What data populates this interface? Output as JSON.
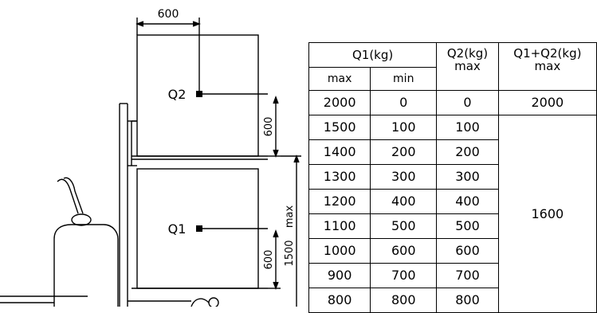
{
  "diagram": {
    "top_width_label": "600",
    "q2_label": "Q2",
    "q1_label": "Q1",
    "q2_height_label": "600",
    "q1_height_label": "600",
    "mast_label": "1500",
    "mast_suffix": "max"
  },
  "table": {
    "header_q1": "Q1(kg)",
    "header_q2": "Q2(kg)",
    "header_q2_sub": "max",
    "header_total": "Q1+Q2(kg)",
    "header_total_sub": "max",
    "sub_max": "max",
    "sub_min": "min",
    "rows": [
      {
        "q1_max": "2000",
        "q1_min": "0",
        "q2_max": "0",
        "total": "2000"
      },
      {
        "q1_max": "1500",
        "q1_min": "100",
        "q2_max": "100"
      },
      {
        "q1_max": "1400",
        "q1_min": "200",
        "q2_max": "200"
      },
      {
        "q1_max": "1300",
        "q1_min": "300",
        "q2_max": "300"
      },
      {
        "q1_max": "1200",
        "q1_min": "400",
        "q2_max": "400"
      },
      {
        "q1_max": "1100",
        "q1_min": "500",
        "q2_max": "500"
      },
      {
        "q1_max": "1000",
        "q1_min": "600",
        "q2_max": "600"
      },
      {
        "q1_max": "900",
        "q1_min": "700",
        "q2_max": "700"
      },
      {
        "q1_max": "800",
        "q1_min": "800",
        "q2_max": "800"
      }
    ],
    "merged_total": "1600"
  }
}
